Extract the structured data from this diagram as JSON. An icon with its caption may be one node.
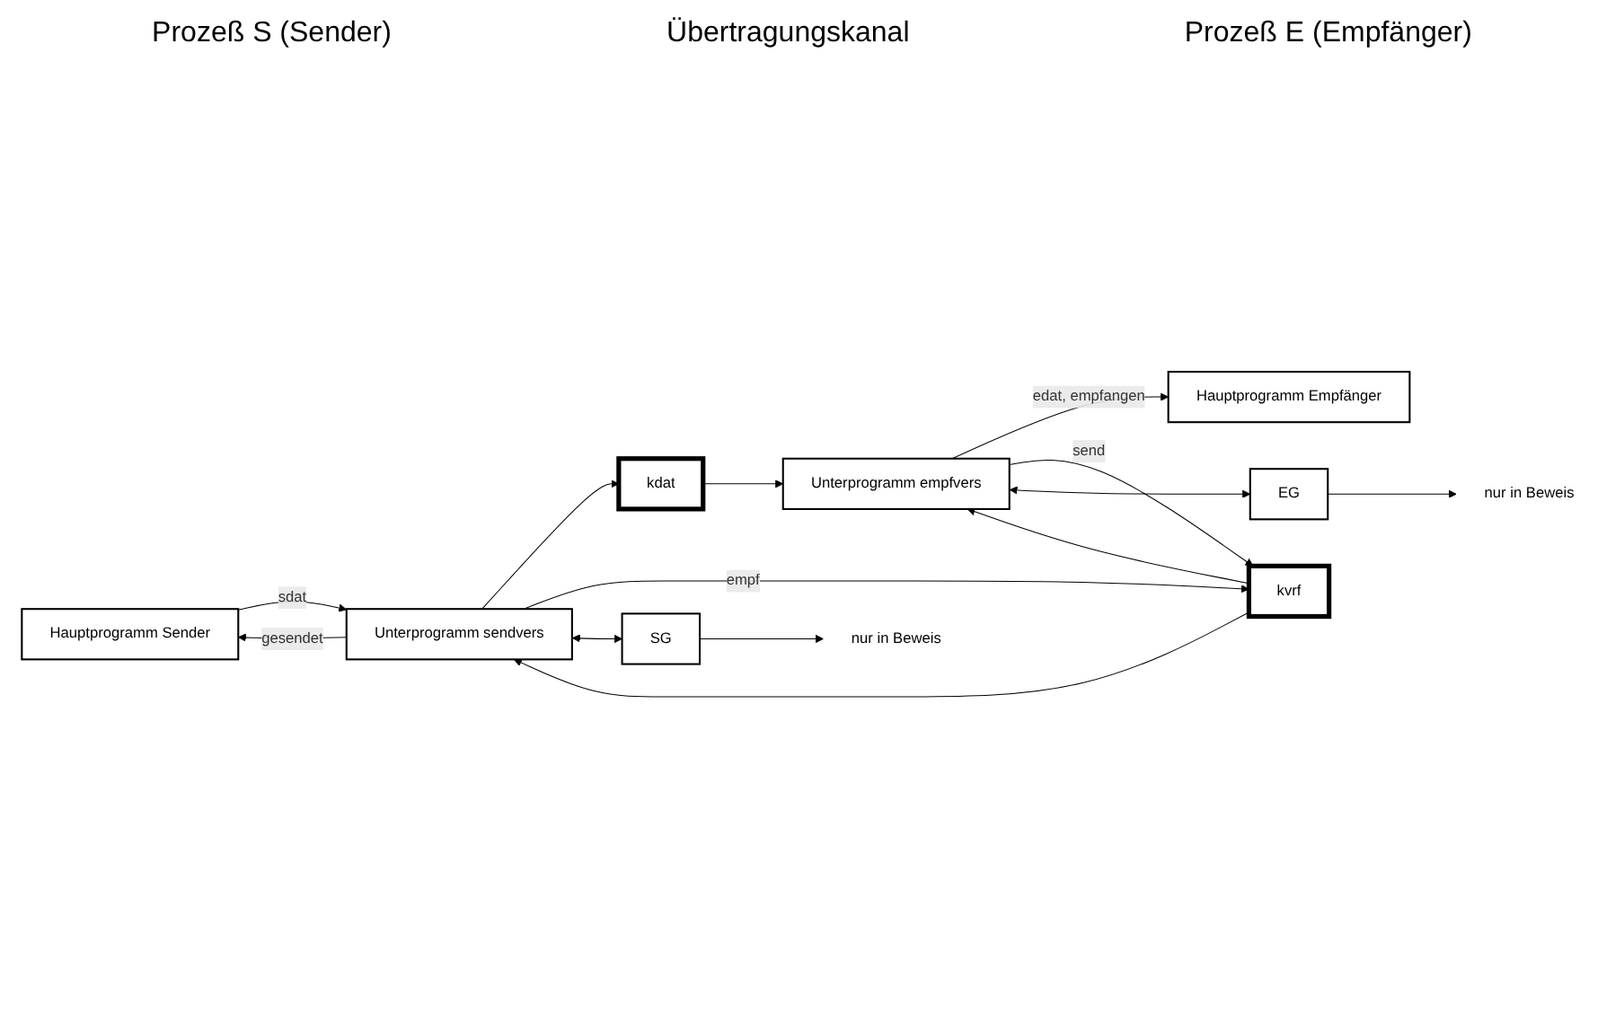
{
  "diagram": {
    "nodes": [
      {
        "text": [
          "Hauptprogramm Sender"
        ]
      },
      {
        "text": [
          "Hauptprogramm Empfänger"
        ]
      },
      {
        "text": [
          "Unterprogramm sendvers"
        ]
      },
      {
        "text": [
          "kdat"
        ]
      },
      {
        "text": [
          "Unterprogramm empfvers"
        ]
      },
      {
        "text": [
          "kvrf"
        ]
      },
      {
        "text": [
          "SG"
        ]
      },
      {
        "text": [
          "nur in Beweis"
        ]
      },
      {
        "text": [
          "EG"
        ]
      },
      {
        "text": [
          "nur in Beweis"
        ]
      }
    ],
    "edges": [
      {
        "from": 0,
        "to": 2,
        "arrow": "to",
        "label": "sdat"
      },
      {
        "from": 2,
        "to": 0,
        "arrow": "to",
        "label": "gesendet"
      },
      {
        "from": 4,
        "to": 1,
        "arrow": "to",
        "label": "edat, empfangen"
      },
      {
        "from": 2,
        "to": 3,
        "arrow": "to"
      },
      {
        "from": 3,
        "to": 4,
        "arrow": "to"
      },
      {
        "from": 5,
        "to": 2,
        "arrow": "to"
      },
      {
        "from": 2,
        "to": 5,
        "arrow": "to",
        "label": "empf"
      },
      {
        "from": 5,
        "to": 4,
        "arrow": "to"
      },
      {
        "from": 4,
        "to": 5,
        "arrow": "to",
        "label": "send"
      },
      {
        "from": 2,
        "to": 6,
        "arrow": "both"
      },
      {
        "from": 6,
        "to": 7,
        "arrow": "to"
      },
      {
        "from": 4,
        "to": 8,
        "arrow": "both"
      },
      {
        "from": 8,
        "to": 9,
        "arrow": "to"
      }
    ],
    "labels": [
      "Prozeß S (Sender)",
      "Übertragungskanal",
      "Prozeß E (Empfänger)"
    ]
  }
}
